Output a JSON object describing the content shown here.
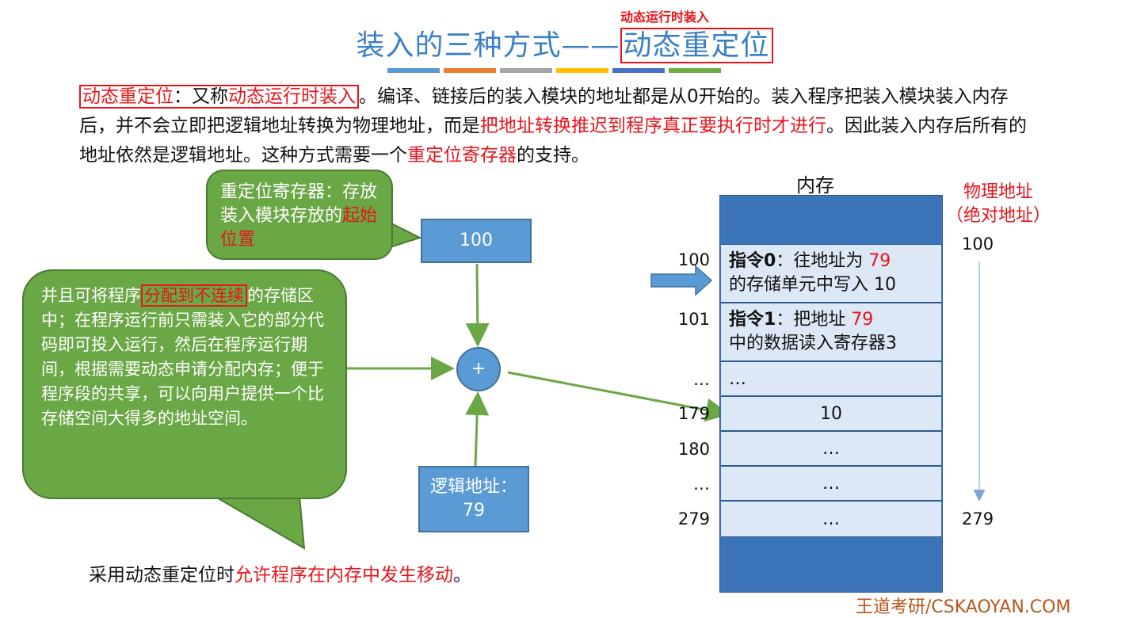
{
  "title": {
    "prefix": "装入的三种方式——",
    "highlight": "动态重定位",
    "annotation": "动态运行时装入"
  },
  "accent_bar_colors": [
    "#5b9bd5",
    "#ed7d31",
    "#a5a5a5",
    "#ffc000",
    "#4472c4",
    "#70ad47"
  ],
  "intro": {
    "term": "动态重定位",
    "s1": "：又称",
    "alias": "动态运行时装入",
    "s2": "。编译、链接后的装入模块的地址都是从0开始的。装入程序把装入模块装入内存后，并不会立即把逻辑地址转换为物理地址，而是",
    "emph1": "把地址转换推迟到程序真正要执行时才进行",
    "s3": "。因此装入内存后所有的地址依然是逻辑地址。这种方式需要一个",
    "emph2": "重定位寄存器",
    "s4": "的支持。"
  },
  "callout_register": {
    "text": "重定位寄存器：存放装入模块存放的",
    "emph": "起始位置"
  },
  "callout_program": {
    "t1": "并且可将程序",
    "emph": "分配到不连续",
    "t2": "的存储区中；在程序运行前只需装入它的部分代码即可投入运行，然后在程序运行期间，根据需要动态申请分配内存；便于程序段的共享，可以向用户提供一个比存储空间大得多的地址空间。"
  },
  "register_value": "100",
  "adder_symbol": "+",
  "logical_address": {
    "label": "逻辑地址：",
    "value": "79"
  },
  "memory": {
    "title": "内存",
    "physical_label_1": "物理地址",
    "physical_label_2": "（绝对地址）",
    "phys_start": "100",
    "phys_end": "279",
    "cells": [
      {
        "addr": "100",
        "bold": "指令0",
        "t1": "：往地址为 ",
        "red": "79",
        "t2": "的存储单元中写入 10"
      },
      {
        "addr": "101",
        "bold": "指令1",
        "t1": "：把地址 ",
        "red": "79",
        "t2": " 中的数据读入寄存器3"
      },
      {
        "addr": "…",
        "text": "…"
      },
      {
        "addr": "179",
        "text": "10"
      },
      {
        "addr": "180",
        "text": "…"
      },
      {
        "addr": "…",
        "text": "…"
      },
      {
        "addr": "279",
        "text": "…"
      }
    ]
  },
  "bottom_note": {
    "t1": "采用动态重定位时",
    "emph": "允许程序在内存中发生移动",
    "t2": "。"
  },
  "watermark": "王道考研/CSKAOYAN.COM"
}
